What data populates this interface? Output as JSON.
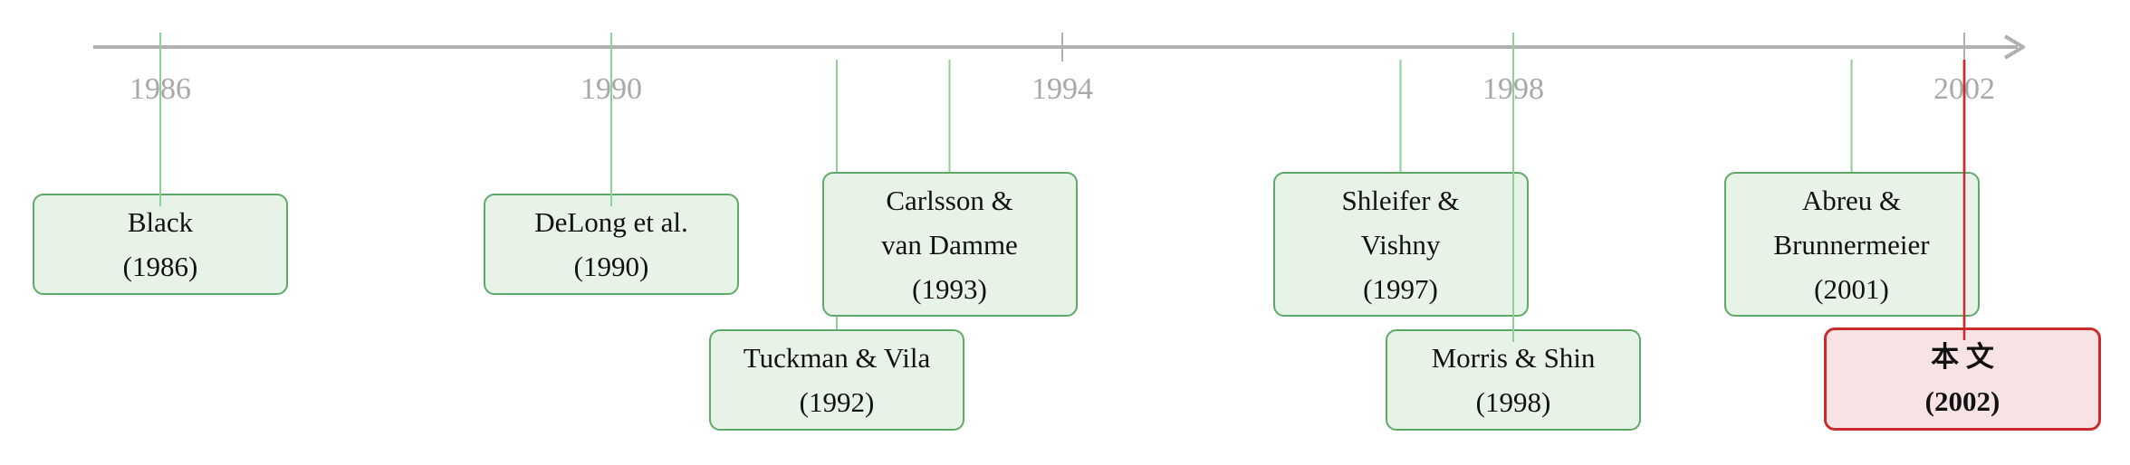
{
  "axis": {
    "years": [
      "1986",
      "1990",
      "1994",
      "1998",
      "2002"
    ],
    "color": "#b0b0b0"
  },
  "events": [
    {
      "year": 1986,
      "lines": [
        "Black",
        "(1986)"
      ]
    },
    {
      "year": 1990,
      "lines": [
        "DeLong et al.",
        "(1990)"
      ]
    },
    {
      "year": 1992,
      "lines": [
        "Tuckman & Vila",
        "(1992)"
      ]
    },
    {
      "year": 1993,
      "lines": [
        "Carlsson &",
        "van Damme",
        "(1993)"
      ]
    },
    {
      "year": 1997,
      "lines": [
        "Shleifer &",
        "Vishny",
        "(1997)"
      ]
    },
    {
      "year": 1998,
      "lines": [
        "Morris & Shin",
        "(1998)"
      ]
    },
    {
      "year": 2001,
      "lines": [
        "Abreu &",
        "Brunnermeier",
        "(2001)"
      ]
    },
    {
      "year": 2002,
      "lines": [
        "本 文",
        "(2002)"
      ],
      "highlight": true
    }
  ],
  "colors": {
    "box_fill": "#e8f3e8",
    "box_border": "#5daa68",
    "connector": "#8fcf99",
    "highlight_fill": "#f7e3e4",
    "highlight_border": "#cc2b2b",
    "year_label": "#a8a8a8"
  }
}
